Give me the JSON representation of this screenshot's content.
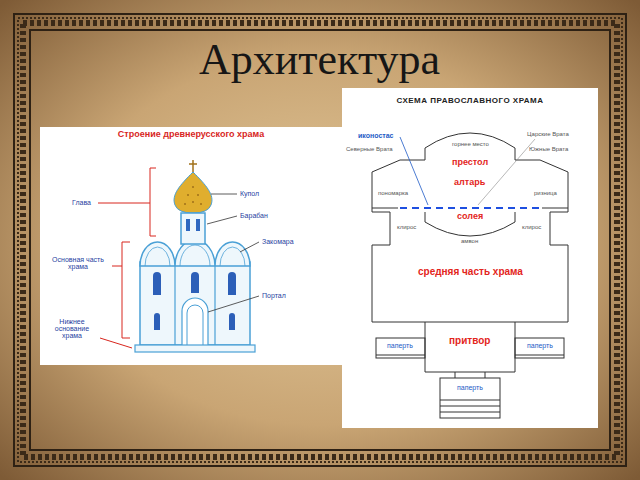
{
  "diagram": {
    "title": "Архитектура",
    "nodes": [
      {
        "text": [
          "Строение древнерусского храма"
        ]
      },
      {
        "text": [
          "СХЕМА ПРАВОСЛАВНОГО ХРАМА"
        ]
      }
    ],
    "labels": [
      "Глава",
      "Купол",
      "Барабан",
      "Закомара",
      "Основная часть храма",
      "Портал",
      "Нижнее основание храма",
      "иконостас",
      "горнее место",
      "Царские Врата",
      "престол",
      "Северные Врата",
      "Южные Врата",
      "алтарь",
      "пономарка",
      "ризница",
      "солея",
      "клирос",
      "клирос",
      "амвон",
      "средняя часть храма",
      "притвор",
      "паперть",
      "паперть",
      "паперть"
    ]
  }
}
